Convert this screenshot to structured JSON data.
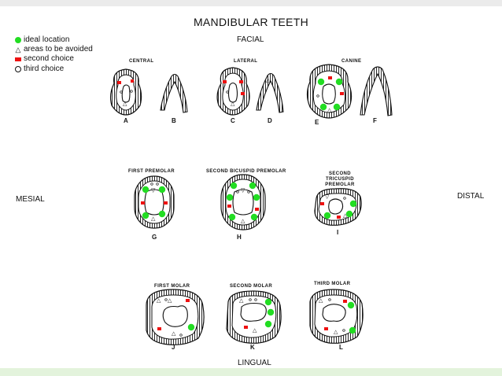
{
  "title": "MANDIBULAR TEETH",
  "directions": {
    "facial": "FACIAL",
    "lingual": "LINGUAL",
    "mesial": "MESIAL",
    "distal": "DISTAL"
  },
  "legend": [
    {
      "symbol": "green-dot-icon",
      "text": "ideal location"
    },
    {
      "symbol": "triangle-icon",
      "text": "areas to be avoided"
    },
    {
      "symbol": "red-square-icon",
      "text": "second choice"
    },
    {
      "symbol": "circle-icon",
      "text": "third choice"
    }
  ],
  "colors": {
    "ideal": "#22dd22",
    "second": "#ee1111",
    "outline": "#111111"
  },
  "teeth": {
    "central": {
      "label": "CENTRAL",
      "letters": [
        "A",
        "B"
      ]
    },
    "lateral": {
      "label": "LATERAL",
      "letters": [
        "C",
        "D"
      ]
    },
    "canine": {
      "label": "CANINE",
      "letters": [
        "E",
        "F"
      ]
    },
    "first_premolar": {
      "label": "FIRST PREMOLAR",
      "letter": "G"
    },
    "second_premolar": {
      "label": "SECOND BICUSPID PREMOLAR",
      "letter": "H"
    },
    "third_premolar": {
      "label": "SECOND TRICUSPID PREMOLAR",
      "letter": "I"
    },
    "first_molar": {
      "label": "FIRST MOLAR",
      "letter": "J"
    },
    "second_molar": {
      "label": "SECOND MOLAR",
      "letter": "K"
    },
    "third_molar": {
      "label": "THIRD MOLAR",
      "letter": "L"
    }
  }
}
